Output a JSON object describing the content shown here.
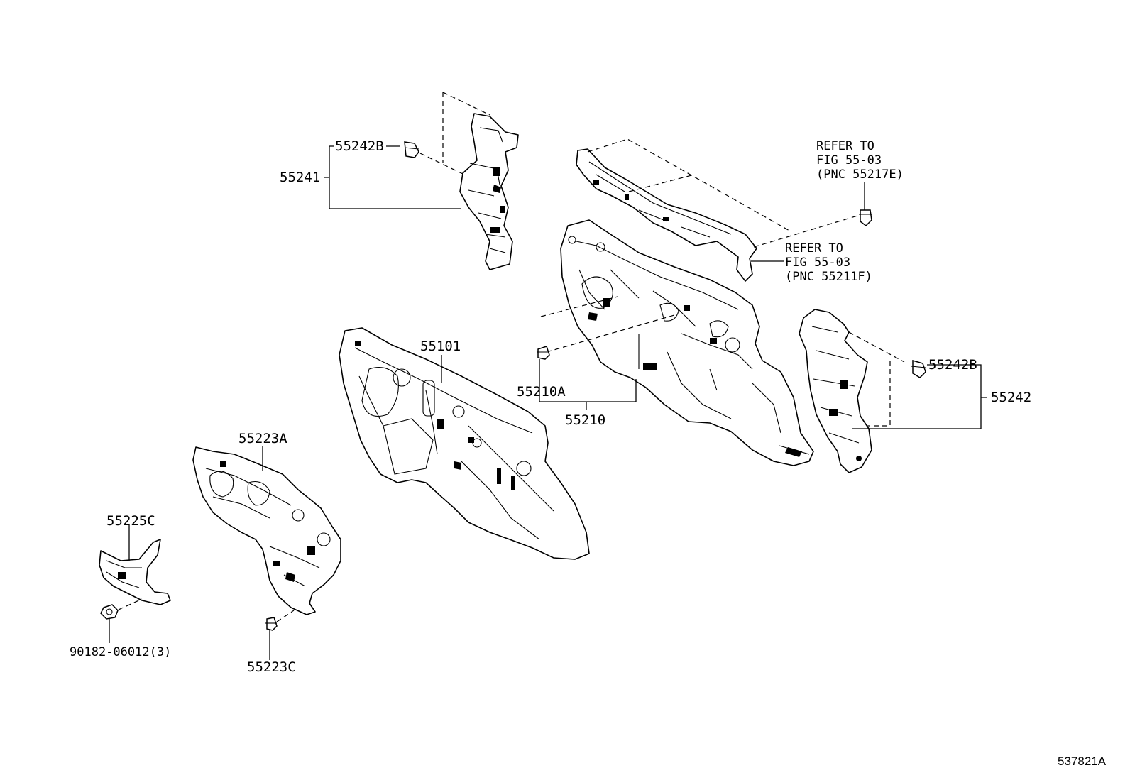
{
  "figure_id": "537821A",
  "callouts": {
    "p55242B_left": "55242B",
    "p55241": "55241",
    "p55101": "55101",
    "p55210A": "55210A",
    "p55210": "55210",
    "p55242B_right": "55242B",
    "p55242": "55242",
    "p55223A": "55223A",
    "p55225C": "55225C",
    "p90182": "90182-06012(3)",
    "p55223C": "55223C"
  },
  "references": {
    "ref1": {
      "line1": "REFER TO",
      "line2": "FIG 55-03",
      "line3": "(PNC 55217E)"
    },
    "ref2": {
      "line1": "REFER TO",
      "line2": "FIG 55-03",
      "line3": "(PNC 55211F)"
    }
  }
}
